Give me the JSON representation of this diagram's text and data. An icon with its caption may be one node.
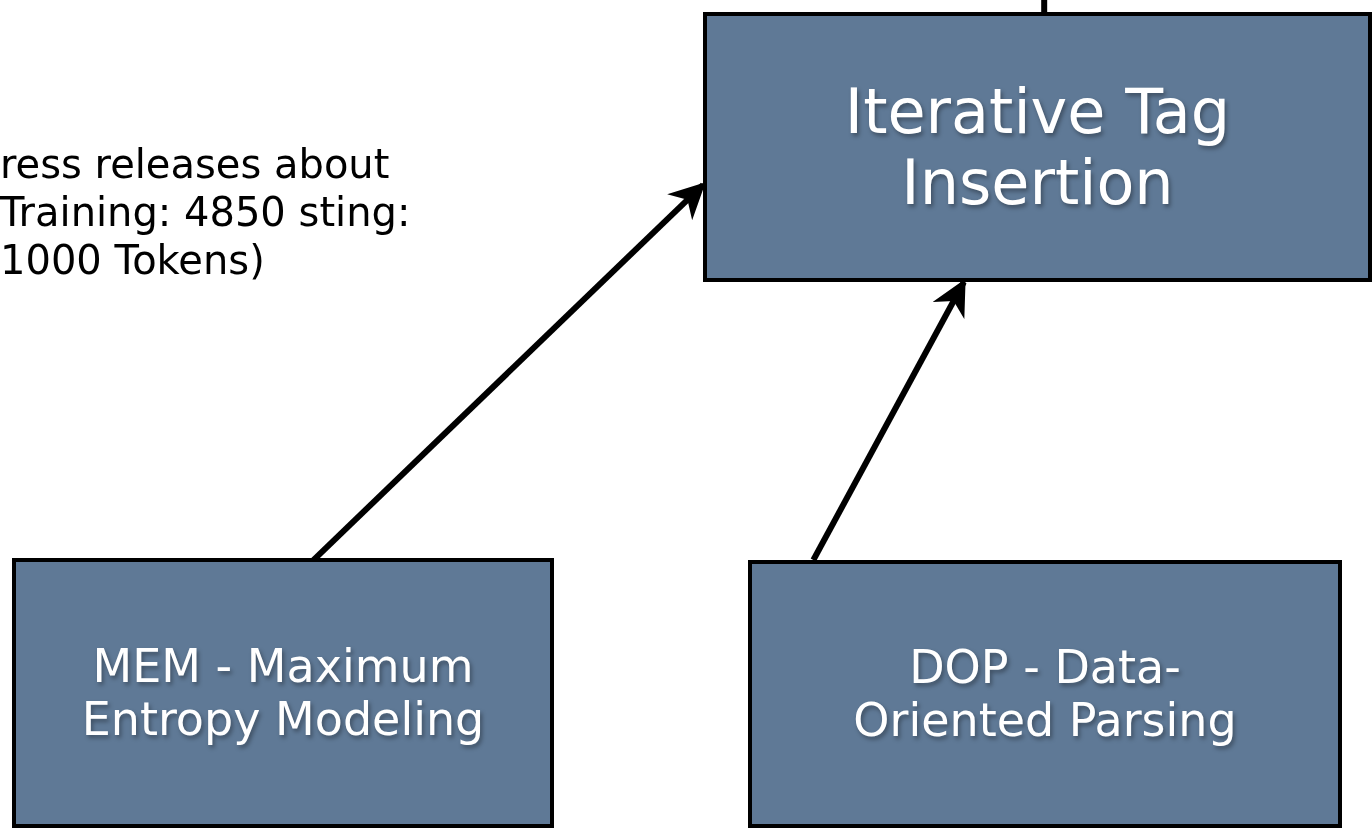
{
  "diagram": {
    "nodes": [
      {
        "text": [
          "Iterative Tag Insertion"
        ]
      },
      {
        "text": [
          "MEM - Maximum Entropy Modeling"
        ]
      },
      {
        "text": [
          "DOP - Data-Oriented Parsing"
        ]
      }
    ],
    "edges": [
      {
        "from": 1,
        "to": 0,
        "arrow": "to"
      },
      {
        "from": 2,
        "to": 0,
        "arrow": "to"
      },
      {
        "from": 0,
        "to": null,
        "arrow": "none"
      }
    ],
    "labels": [
      "ress releases about Training: 4850 sting: 1000 Tokens)"
    ]
  }
}
